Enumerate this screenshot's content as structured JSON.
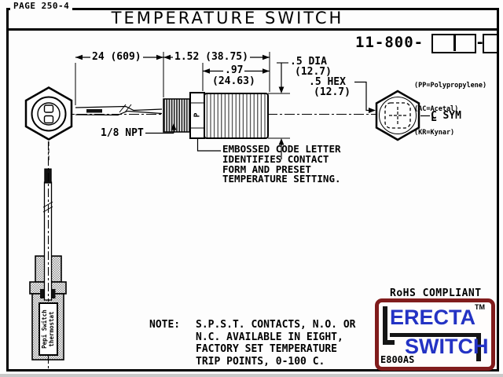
{
  "page": {
    "label": "PAGE 250-4",
    "title": "TEMPERATURE SWITCH"
  },
  "part_number": {
    "prefix": "11-800-",
    "separator": "-"
  },
  "materials": [
    "(PP=Polypropylene)",
    "(AC=Acetal)",
    "(KR=Kynar)"
  ],
  "dims": {
    "wire": "24 (609)",
    "body": "1.52 (38.75)",
    "cap_in": ".97",
    "cap_mm": "(24.63)",
    "dia_in": ".5 DIA",
    "dia_mm": "(12.7)",
    "hex_in": ".5 HEX",
    "hex_mm": "(12.7)",
    "npt": "1/8 NPT"
  },
  "callouts": {
    "embossed": [
      "EMBOSSED CODE LETTER",
      "IDENTIFIES CONTACT",
      "FORM AND PRESET",
      "TEMPERATURE SETTING."
    ],
    "embossed_letter": "P",
    "centerline_c": "C",
    "centerline_l": "L",
    "centerline_sym": "SYM",
    "probe_line1": "Pepi Switch",
    "probe_line2": "thermostat"
  },
  "note": {
    "prefix": "NOTE:",
    "lines": [
      "S.P.S.T. CONTACTS, N.O. OR",
      "N.C. AVAILABLE IN EIGHT,",
      "FACTORY SET TEMPERATURE",
      "TRIP POINTS, 0-100 C."
    ]
  },
  "footer": {
    "rohs": "RoHS COMPLIANT",
    "brand_top": "ERECTA",
    "brand_bottom": "SWITCH",
    "tm": "TM",
    "model": "E800AS"
  },
  "colors": {
    "ink": "#000000",
    "paper": "#fdfdfd",
    "brand_blue": "#2433c4",
    "brand_maroon": "#801c1c"
  }
}
